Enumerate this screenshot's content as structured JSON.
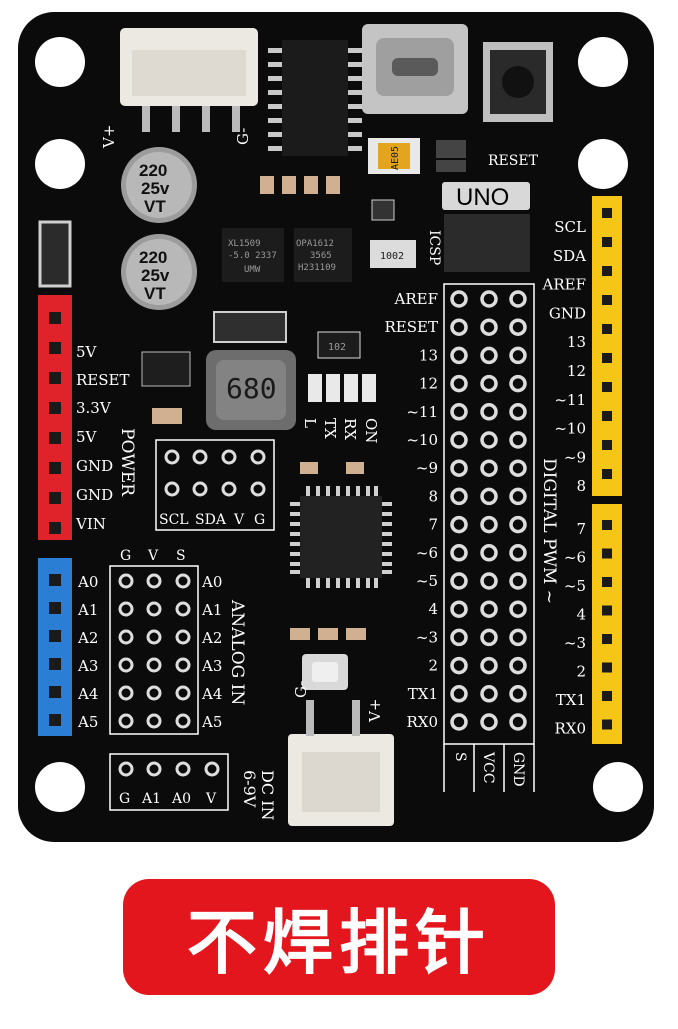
{
  "colors": {
    "board": "#0b0b0b",
    "silkscreen": "#ffffff",
    "header_red": "#e0222a",
    "header_blue": "#2a7fd4",
    "header_yellow": "#f5c518",
    "banner": "#e3161d"
  },
  "connectors": {
    "top_left": [
      "V+",
      "G-"
    ],
    "bottom": [
      "G-",
      "V+"
    ],
    "dc_in_line1": "DC IN",
    "dc_in_line2": "6-9V"
  },
  "reset_label": "RESET",
  "uno_label": "UNO",
  "icsp_label": "ICSP",
  "power": {
    "title": "POWER",
    "pins": [
      "5V",
      "RESET",
      "3.3V",
      "5V",
      "GND",
      "GND",
      "VIN"
    ]
  },
  "analog": {
    "title": "ANALOG IN",
    "pins": [
      "A0",
      "A1",
      "A2",
      "A3",
      "A4",
      "A5"
    ],
    "cols": [
      "G",
      "V",
      "S"
    ],
    "bottom_header": [
      "G",
      "A1",
      "A0",
      "V"
    ]
  },
  "i2c": [
    "SCL",
    "SDA",
    "V",
    "G"
  ],
  "digital": {
    "title": "DIGITAL PWM ~",
    "left_labels": [
      "AREF",
      "RESET",
      "13",
      "12",
      "~11",
      "~10",
      "~9",
      "8",
      "7",
      "~6",
      "~5",
      "4",
      "~3",
      "2",
      "TX1",
      "RX0"
    ],
    "right_labels_top": [
      "SCL",
      "SDA",
      "AREF",
      "GND",
      "13",
      "12",
      "~11",
      "~10",
      "~9",
      "8"
    ],
    "right_labels_bottom": [
      "7",
      "~6",
      "~5",
      "4",
      "~3",
      "2",
      "TX1",
      "RX0"
    ],
    "col_labels": [
      "S",
      "VCC",
      "GND"
    ]
  },
  "leds": [
    "L",
    "TX",
    "RX",
    "ON"
  ],
  "capacitors": [
    {
      "line1": "220",
      "line2": "25v",
      "line3": "VT"
    },
    {
      "line1": "220",
      "line2": "25v",
      "line3": "VT"
    }
  ],
  "inductor": "680",
  "chips": {
    "reg1": [
      "XL1509",
      "-5.0 2337",
      "UMW"
    ],
    "reg2": [
      "OPA1612",
      "3565",
      "H231109"
    ],
    "fuse": "AE05",
    "r102": "102",
    "r1002": "1002"
  },
  "banner_text": "不焊排针"
}
